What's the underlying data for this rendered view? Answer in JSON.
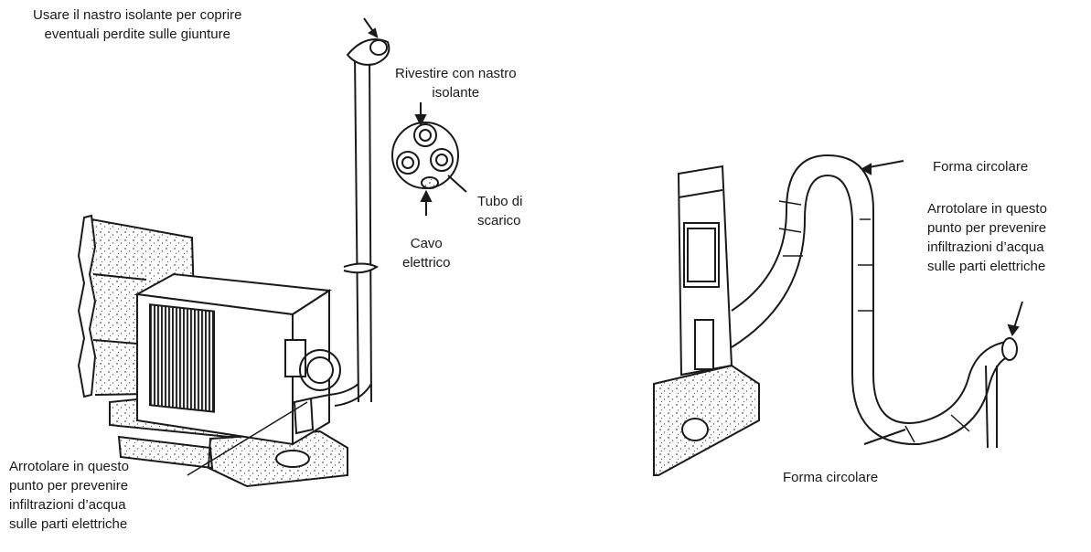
{
  "left": {
    "joint_note": [
      "Usare il nastro isolante per coprire",
      "eventuali perdite sulle giunture"
    ],
    "wrap_note": [
      "Rivestire con nastro",
      "isolante"
    ],
    "drain_label": [
      "Tubo di",
      "scarico"
    ],
    "cable_label": [
      "Cavo",
      "elettrico"
    ],
    "roll_note": [
      "Arrotolare in questo",
      "punto per prevenire",
      "infiltrazioni d’acqua",
      "sulle parti elettriche"
    ]
  },
  "right": {
    "circle_top": "Forma circolare",
    "circle_bottom": "Forma circolare",
    "roll_note": [
      "Arrotolare in questo",
      "punto per prevenire",
      "infiltrazioni d’acqua",
      "sulle parti elettriche"
    ]
  },
  "colors": {
    "ink": "#1a1a1a",
    "paper": "#ffffff",
    "stipple": "#555555"
  }
}
